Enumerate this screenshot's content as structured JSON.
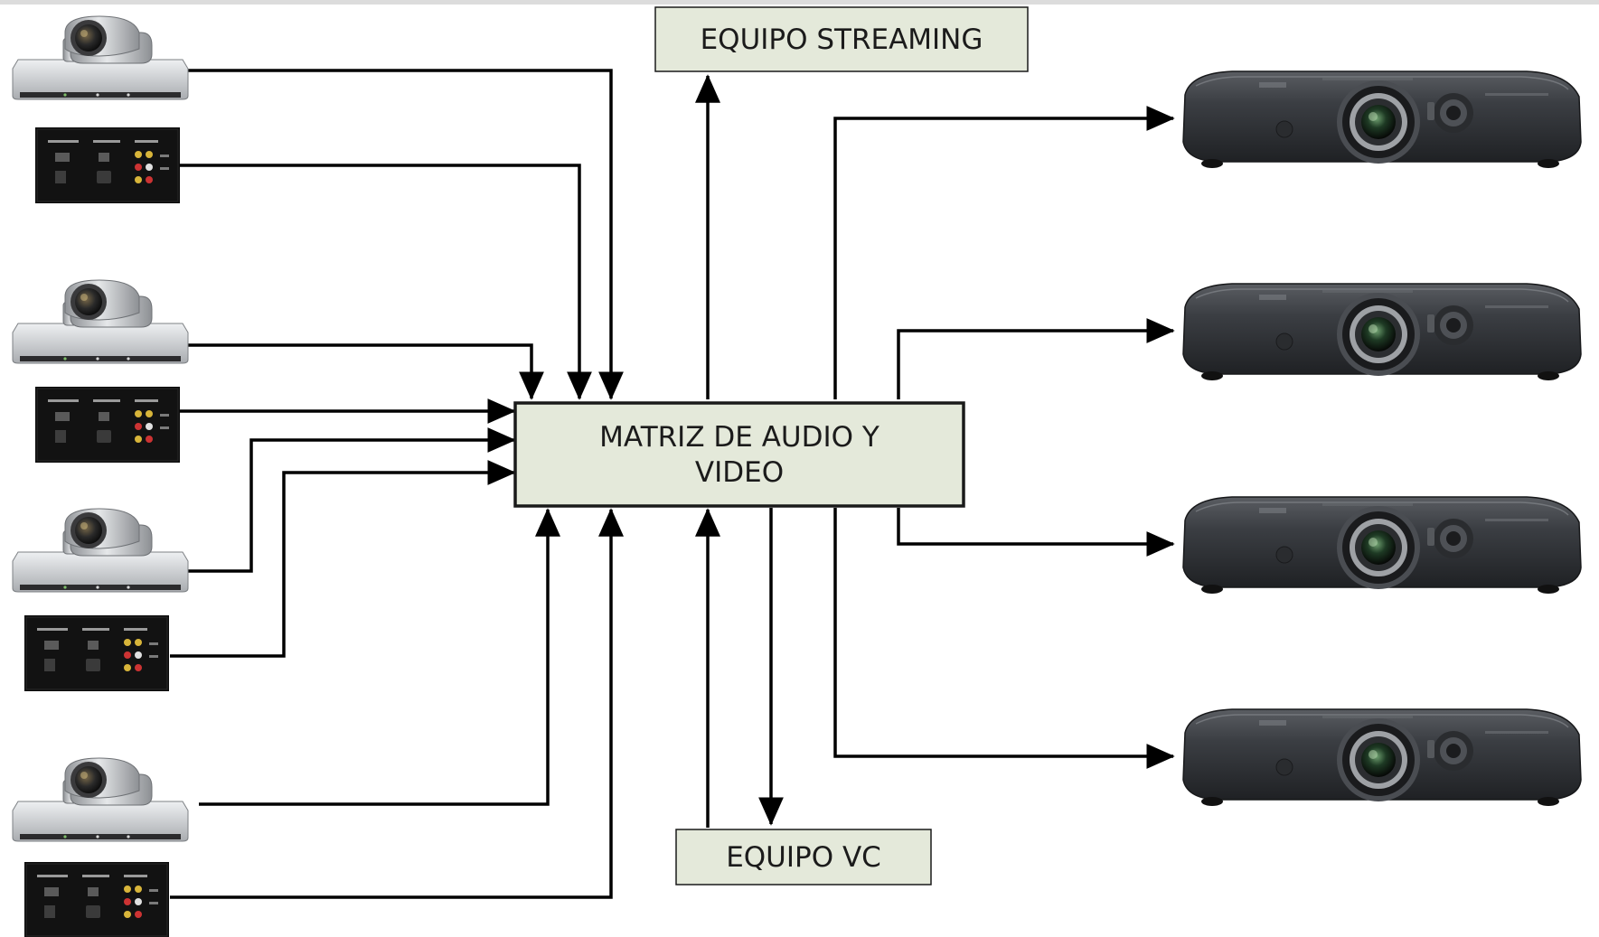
{
  "nodes": {
    "streaming": {
      "label": "EQUIPO STREAMING"
    },
    "matrix": {
      "label_line1": "MATRIZ DE AUDIO Y",
      "label_line2": "VIDEO"
    },
    "vc": {
      "label": "EQUIPO VC"
    }
  },
  "colors": {
    "box_fill": "#e4e9da",
    "box_stroke": "#1a1a1a",
    "line": "#000000",
    "camera_body": "#b9bcc0",
    "camera_base": "#dcdfe2",
    "panel_bg": "#0d0d0d",
    "projector_body": "#34373b"
  },
  "icons": {
    "camera": "ptz-camera-icon",
    "wall_panel": "av-wall-plate-icon",
    "projector": "projector-icon"
  }
}
